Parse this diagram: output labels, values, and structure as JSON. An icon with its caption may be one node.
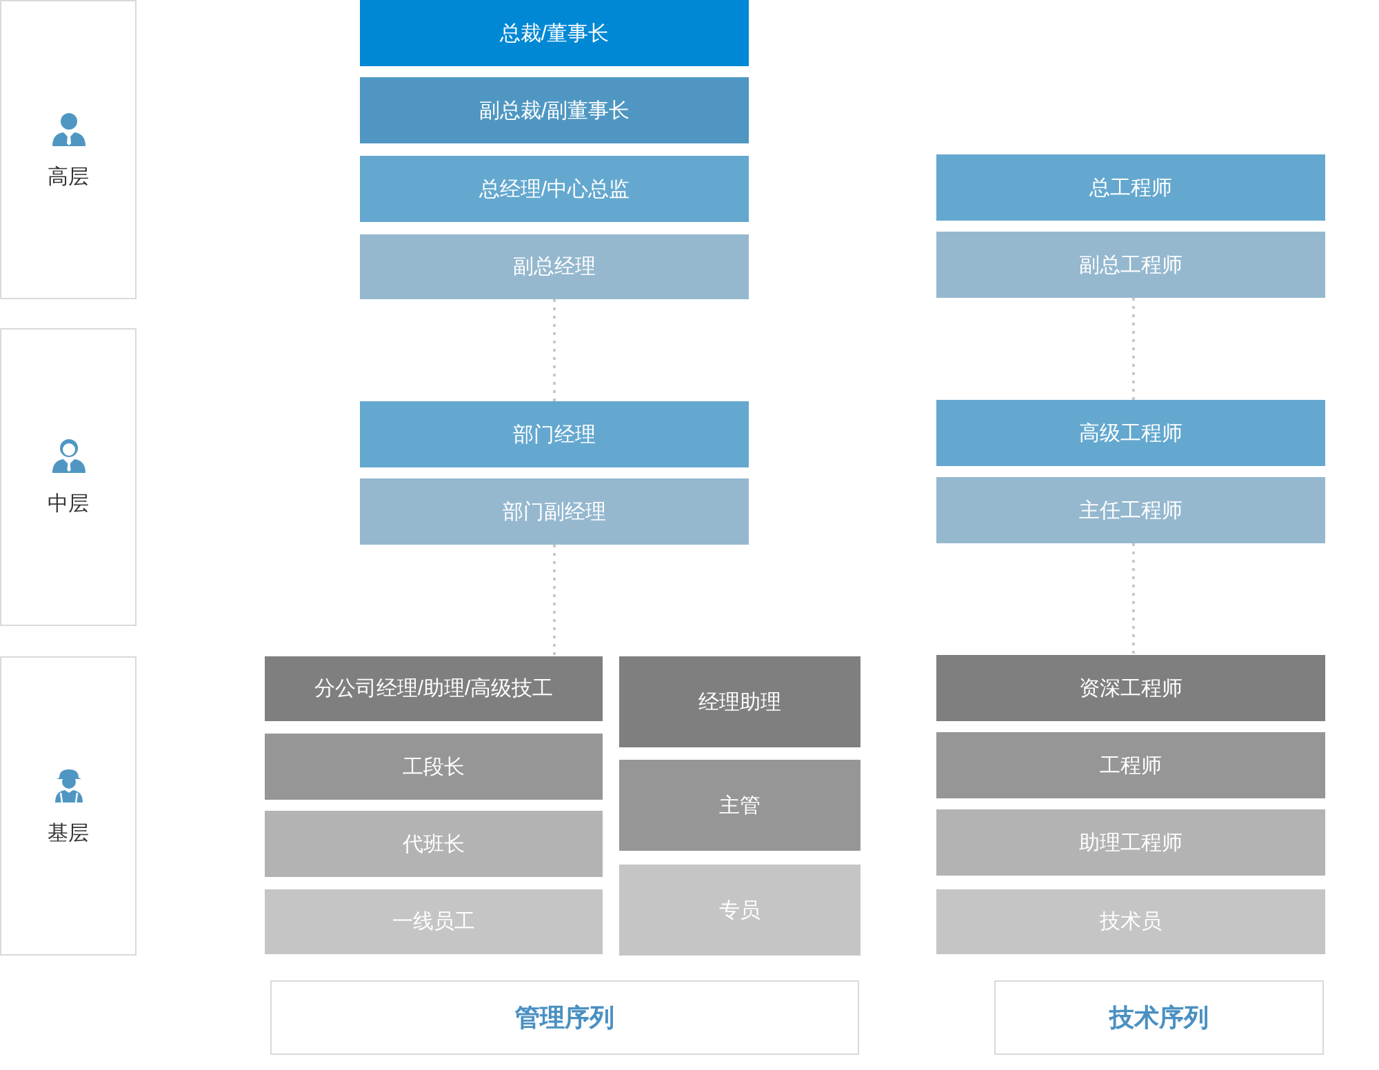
{
  "diagram": {
    "nodes": [
      {
        "text": [
          "高层"
        ]
      },
      {
        "text": [
          "中层"
        ]
      },
      {
        "text": [
          "基层"
        ]
      },
      {
        "text": [
          "总裁/董事长"
        ]
      },
      {
        "text": [
          "副总裁/副董事长"
        ]
      },
      {
        "text": [
          "总经理/中心总监"
        ]
      },
      {
        "text": [
          "副总经理"
        ]
      },
      {
        "text": [
          "部门经理"
        ]
      },
      {
        "text": [
          "部门副经理"
        ]
      },
      {
        "text": [
          "分公司经理/助理/高级技工"
        ]
      },
      {
        "text": [
          "工段长"
        ]
      },
      {
        "text": [
          "代班长"
        ]
      },
      {
        "text": [
          "一线员工"
        ]
      },
      {
        "text": [
          "经理助理"
        ]
      },
      {
        "text": [
          "主管"
        ]
      },
      {
        "text": [
          "专员"
        ]
      },
      {
        "text": [
          "总工程师"
        ]
      },
      {
        "text": [
          "副总工程师"
        ]
      },
      {
        "text": [
          "高级工程师"
        ]
      },
      {
        "text": [
          "主任工程师"
        ]
      },
      {
        "text": [
          "资深工程师"
        ]
      },
      {
        "text": [
          "工程师"
        ]
      },
      {
        "text": [
          "助理工程师"
        ]
      },
      {
        "text": [
          "技术员"
        ]
      },
      {
        "text": [
          "管理序列"
        ]
      },
      {
        "text": [
          "技术序列"
        ]
      }
    ],
    "edges": [
      {
        "from": 6,
        "to": 7,
        "arrow": "none",
        "style": "dashed"
      },
      {
        "from": 8,
        "to": 9,
        "arrow": "none",
        "style": "dashed"
      },
      {
        "from": 17,
        "to": 18,
        "arrow": "none",
        "style": "dashed"
      },
      {
        "from": 19,
        "to": 20,
        "arrow": "none",
        "style": "dashed"
      }
    ]
  }
}
